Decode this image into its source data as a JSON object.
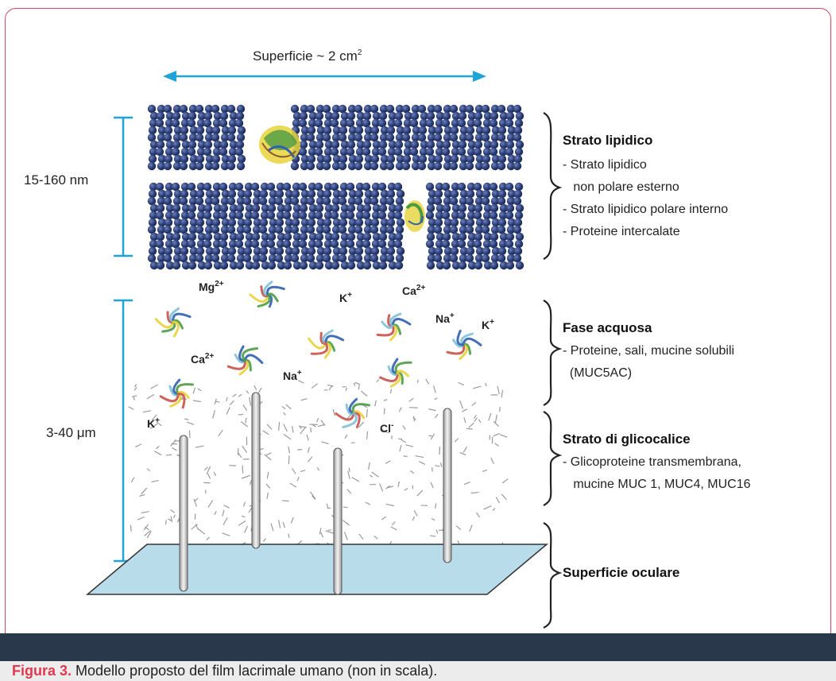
{
  "width_label": {
    "main": "Superficie ~ 2 cm",
    "sup": "2"
  },
  "thickness_labels": {
    "lipid": "15-160 nm",
    "aqueous": "3-40 μm"
  },
  "layers": [
    {
      "title": "Strato lipidico",
      "items": [
        "- Strato lipidico",
        "   non polare esterno",
        "- Strato lipidico polare interno",
        "- Proteine intercalate"
      ]
    },
    {
      "title": "Fase acquosa",
      "items": [
        "- Proteine, sali, mucine solubili",
        "  (MUC5AC)"
      ]
    },
    {
      "title": "Strato di glicocalice",
      "items": [
        "- Glicoproteine transmembrana,",
        "   mucine MUC 1, MUC4, MUC16"
      ]
    },
    {
      "title": "Superficie oculare",
      "items": []
    }
  ],
  "ions": [
    {
      "base": "Mg",
      "sup": "2+"
    },
    {
      "base": "K",
      "sup": "+"
    },
    {
      "base": "Ca",
      "sup": "2+"
    },
    {
      "base": "Na",
      "sup": "+"
    },
    {
      "base": "K",
      "sup": "+"
    },
    {
      "base": "Ca",
      "sup": "2+"
    },
    {
      "base": "Na",
      "sup": "+"
    },
    {
      "base": "K",
      "sup": "+"
    },
    {
      "base": "Cl",
      "sup": "-"
    }
  ],
  "caption": {
    "label": "Figura 3.",
    "text": " Modello proposto del film lacrimale umano (non in scala)."
  },
  "colors": {
    "frame_border": "#d8455c",
    "arrow": "#1fa3d8",
    "lipid_head": "#2b3e78",
    "surface_fill": "#b9dceb",
    "caption_bar": "#29384a",
    "caption_label": "#e0394f"
  }
}
